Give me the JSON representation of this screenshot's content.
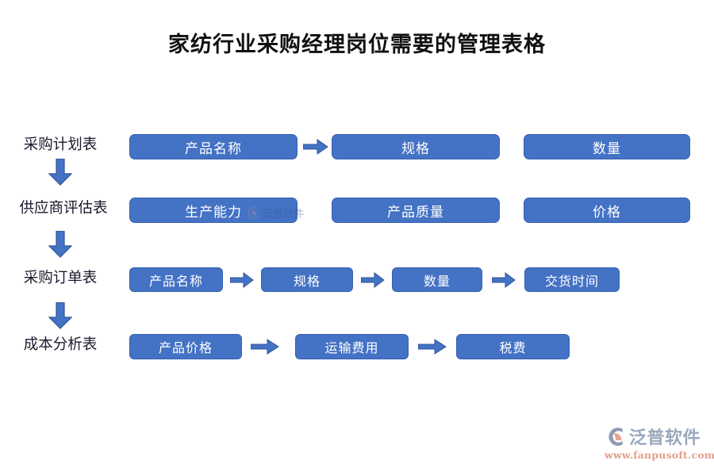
{
  "page": {
    "title": "家纺行业采购经理岗位需要的管理表格",
    "background_color": "#FFFFFF"
  },
  "theme": {
    "box_fill": "#4472C4",
    "box_border": "#3761B0",
    "box_text": "#FFFFFF",
    "arrow_fill": "#4472C4",
    "arrow_border": "#2F5597",
    "label_text": "#1A1A2E",
    "title_text": "#111111",
    "logo_text": "#9AA7BD",
    "logo_url_text": "#E0A08C",
    "logo_accent": "#E8A38C"
  },
  "diagram": {
    "type": "flow-diagram",
    "stages": [
      {
        "id": "stage-purchase-plan",
        "label": "采购计划表",
        "steps": [
          {
            "label": "产品名称",
            "arrow_after": true
          },
          {
            "label": "规格",
            "arrow_after": false
          },
          {
            "label": "数量",
            "arrow_after": false
          }
        ]
      },
      {
        "id": "stage-supplier-evaluation",
        "label": "供应商评估表",
        "steps": [
          {
            "label": "生产能力",
            "arrow_after": false
          },
          {
            "label": "产品质量",
            "arrow_after": false
          },
          {
            "label": "价格",
            "arrow_after": false
          }
        ]
      },
      {
        "id": "stage-purchase-order",
        "label": "采购订单表",
        "steps": [
          {
            "label": "产品名称",
            "arrow_after": true
          },
          {
            "label": "规格",
            "arrow_after": true
          },
          {
            "label": "数量",
            "arrow_after": true
          },
          {
            "label": "交货时间",
            "arrow_after": false
          }
        ]
      },
      {
        "id": "stage-cost-analysis",
        "label": "成本分析表",
        "steps": [
          {
            "label": "产品价格",
            "arrow_after": true
          },
          {
            "label": "运输费用",
            "arrow_after": true
          },
          {
            "label": "税费",
            "arrow_after": false
          }
        ]
      }
    ],
    "stage_connectors": [
      {
        "icon": "arrow-down-icon"
      },
      {
        "icon": "arrow-down-icon"
      },
      {
        "icon": "arrow-down-icon"
      }
    ]
  },
  "watermark": {
    "text": "泛普软件",
    "icon": "fanpu-logo-icon"
  },
  "brand": {
    "name": "泛普软件",
    "url": "www.fanpusoft.com",
    "icon": "fanpu-logo-icon"
  }
}
